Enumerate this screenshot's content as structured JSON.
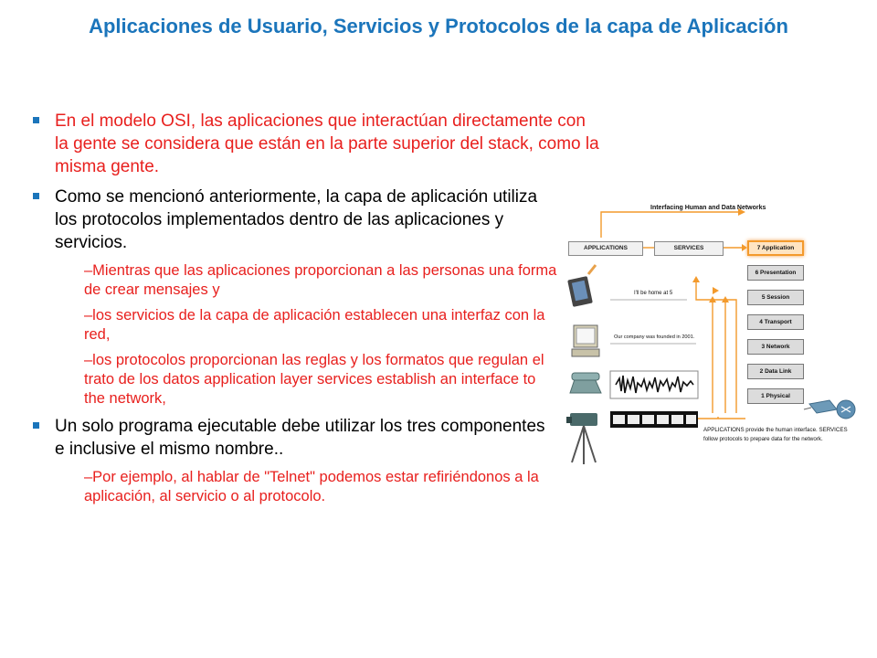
{
  "title": "Aplicaciones de Usuario, Servicios y Protocolos de la capa de Aplicación",
  "bullets": [
    {
      "text": "En el modelo OSI, las aplicaciones que interactúan directamente con la gente se considera que están en la parte superior del stack, como la misma gente."
    },
    {
      "text": "Como se mencionó anteriormente, la capa de aplicación utiliza los protocolos implementados dentro de las aplicaciones y servicios.",
      "subs": [
        "–Mientras que las aplicaciones proporcionan a las personas una forma de crear mensajes y",
        "–los servicios de la capa de aplicación establecen una interfaz con la red,",
        "–los protocolos proporcionan las reglas y los formatos que regulan el trato de los datos application layer services establish an interface to the network,"
      ]
    },
    {
      "text": "Un solo programa ejecutable debe utilizar los tres componentes e inclusive el mismo nombre..",
      "subs": [
        "–Por ejemplo, al hablar de \"Telnet\" podemos estar refiriéndonos a la aplicación, al servicio o al protocolo."
      ]
    }
  ],
  "diagram": {
    "heading": "Interfacing Human and Data Networks",
    "applications_label": "APPLICATIONS",
    "services_label": "SERVICES",
    "layers": [
      "7 Application",
      "6 Presentation",
      "5 Session",
      "4 Transport",
      "3 Network",
      "2 Data Link",
      "1 Physical"
    ],
    "message_1": "I'll be home at 5",
    "message_2": "Our company was founded in 2001.",
    "caption": "APPLICATIONS provide the human interface. SERVICES follow protocols to prepare data for the network."
  },
  "colors": {
    "title": "#1b75bb",
    "accent_red": "#e8201e",
    "bullet": "#1b75bb",
    "arrow": "#f39a2c"
  }
}
